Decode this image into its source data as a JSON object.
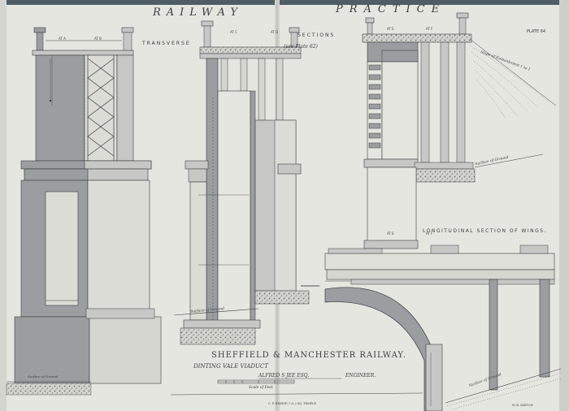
{
  "header": {
    "left": "RAILWAY",
    "right": "PRACTICE",
    "plate": "PLATE 64"
  },
  "sections": {
    "transverse_left": "TRANSVERSE",
    "transverse_right": "SECTIONS",
    "see_plate": "(see Plate 62)",
    "longitudinal": "LONGITUDINAL SECTION OF WINGS."
  },
  "title_block": {
    "railway": "SHEFFIELD & MANCHESTER RAILWAY.",
    "viaduct": "DINTING VALE VIADUCT",
    "engineer_name": "ALFRED S JEE ESQ.",
    "engineer_title": "ENGINEER.",
    "scale": "Scale of Feet"
  },
  "points": [
    "AT A",
    "AT B",
    "AT C",
    "AT D",
    "AT E",
    "AT F"
  ],
  "ground_labels": {
    "g1": "Surface of Ground",
    "g2": "Surface of Ground",
    "g3": "Surface of Ground",
    "g4": "Surface of Ground"
  },
  "slope_label": "Slope of Embankment 1 to 1",
  "footer": {
    "left": "C. F. BISHOP, 1 & 2 SQ. TEMPLE",
    "right": "W. B. SKETCH"
  },
  "colors": {
    "paper": "#e6e6e0",
    "ink": "#3b3d40",
    "shade_dark": "#9b9da0",
    "shade_light": "#c7c8c6",
    "gravel": "#8a8a86"
  }
}
